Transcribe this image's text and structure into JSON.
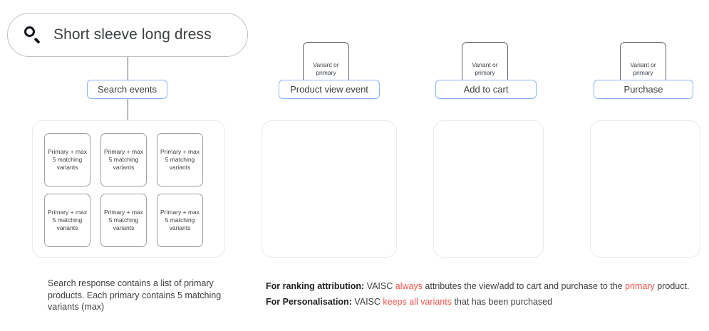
{
  "search": {
    "query": "Short sleeve long dress",
    "icon": "search-icon"
  },
  "stages": [
    {
      "id": "search-events",
      "chip_label": "Search events"
    },
    {
      "id": "product-view-event",
      "chip_label": "Product view event"
    },
    {
      "id": "add-to-cart",
      "chip_label": "Add to cart"
    },
    {
      "id": "purchase",
      "chip_label": "Purchase"
    }
  ],
  "search_panel": {
    "cards": [
      {
        "text": "Primary + max 5 matching variants"
      },
      {
        "text": "Primary + max 5 matching variants"
      },
      {
        "text": "Primary + max 5 matching variants"
      },
      {
        "text": "Primary + max 5 matching variants"
      },
      {
        "text": "Primary + max 5 matching variants"
      },
      {
        "text": "Primary + max 5 matching variants"
      }
    ]
  },
  "event_panels": {
    "view_card": "Variant or primary",
    "cart_card": "Variant or primary",
    "purchase_card": "Variant or primary"
  },
  "captions": {
    "left": "Search response contains a list of primary products. Each primary contains 5 matching variants (max)",
    "ranking": {
      "label": "For ranking attribution:",
      "part1": " VAISC ",
      "highlight1": "always",
      "part2": " attributes the view/add to cart and purchase to the ",
      "highlight2": "primary",
      "part3": " product."
    },
    "personalisation": {
      "label": "For Personalisation:",
      "part1": " VAISC ",
      "highlight1": "keeps all variants",
      "part2": " that has been purchased"
    }
  },
  "colors": {
    "chip_border": "#8ab4f8",
    "panel_border": "#e8eaed",
    "card_border": "#5f6368",
    "highlight": "#f0544a",
    "text": "#3c4043"
  }
}
